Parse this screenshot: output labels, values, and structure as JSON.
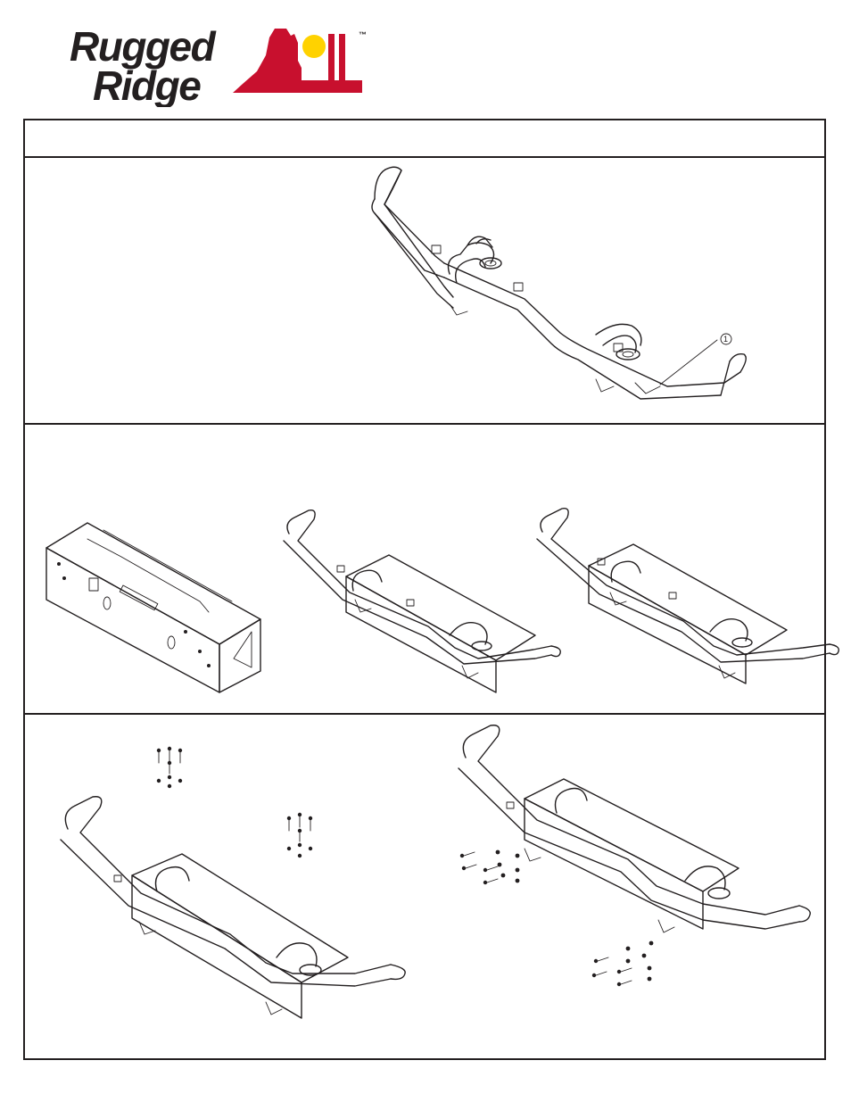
{
  "logo": {
    "line1": "Rugged",
    "line2": "Ridge",
    "trademark": "™",
    "brand_red": "#c8102e",
    "sun_yellow": "#ffd200",
    "ink": "#231f20"
  },
  "header": {
    "text": ""
  },
  "panels": [
    {
      "callouts": [
        "1"
      ]
    },
    {
      "callouts": []
    },
    {
      "callouts": []
    }
  ]
}
